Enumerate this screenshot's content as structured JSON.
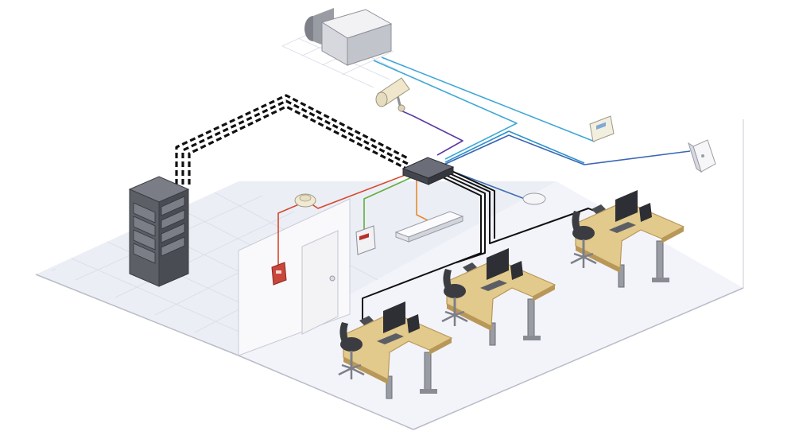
{
  "diagram": {
    "kind": "isometric-office-network",
    "colors": {
      "background": "#ffffff",
      "floor_left": "#eceef6",
      "floor_right": "#f3f3fa",
      "wall": "#f9f9fb",
      "wall_edge": "#c9ccd6",
      "grid": "#d9dbe6",
      "hub": "#44464f",
      "hub_top": "#6b6e78",
      "rack": "#5c5f66",
      "cable_backbone": "#111111",
      "cable_hvac": "#3ea7d6",
      "cable_thermostat": "#2a93cc",
      "cable_access_point": "#3b66b3",
      "cable_camera": "#5b3aa3",
      "cable_sensor": "#3f6fb0",
      "cable_fire_alarm": "#d4482a",
      "cable_panel": "#5fae3a",
      "cable_light": "#e8892a",
      "cable_workstation": "#111111",
      "desk_top": "#e2c98c",
      "desk_edge": "#b89858",
      "monitor": "#2d2f35",
      "chair": "#3b3c42",
      "fire_alarm": "#c9463a",
      "panel_accent": "#b8302a"
    },
    "devices": [
      {
        "id": "network-switch",
        "icon": "switch-icon"
      },
      {
        "id": "server-rack",
        "icon": "rack-icon"
      },
      {
        "id": "hvac-unit",
        "icon": "hvac-icon"
      },
      {
        "id": "security-camera",
        "icon": "camera-icon"
      },
      {
        "id": "thermostat",
        "icon": "thermostat-icon"
      },
      {
        "id": "wireless-access-point",
        "icon": "access-point-icon"
      },
      {
        "id": "occupancy-sensor",
        "icon": "sensor-icon"
      },
      {
        "id": "smoke-detector",
        "icon": "smoke-detector-icon"
      },
      {
        "id": "fire-alarm",
        "icon": "fire-alarm-icon"
      },
      {
        "id": "control-panel",
        "icon": "panel-icon"
      },
      {
        "id": "light-fixture",
        "icon": "light-icon"
      },
      {
        "id": "workstation-1",
        "icon": "workstation-icon"
      },
      {
        "id": "workstation-2",
        "icon": "workstation-icon"
      },
      {
        "id": "workstation-3",
        "icon": "workstation-icon"
      }
    ],
    "connections": [
      {
        "from": "network-switch",
        "to": "server-rack",
        "style": "dashed-bundle",
        "color_key": "cable_backbone"
      },
      {
        "from": "network-switch",
        "to": "hvac-unit",
        "color_key": "cable_hvac"
      },
      {
        "from": "network-switch",
        "to": "thermostat",
        "color_key": "cable_thermostat"
      },
      {
        "from": "network-switch",
        "to": "wireless-access-point",
        "color_key": "cable_access_point"
      },
      {
        "from": "network-switch",
        "to": "security-camera",
        "color_key": "cable_camera"
      },
      {
        "from": "network-switch",
        "to": "occupancy-sensor",
        "color_key": "cable_sensor"
      },
      {
        "from": "network-switch",
        "to": "smoke-detector",
        "color_key": "cable_fire_alarm"
      },
      {
        "from": "network-switch",
        "to": "fire-alarm",
        "color_key": "cable_fire_alarm"
      },
      {
        "from": "network-switch",
        "to": "control-panel",
        "color_key": "cable_panel"
      },
      {
        "from": "network-switch",
        "to": "light-fixture",
        "color_key": "cable_light"
      },
      {
        "from": "network-switch",
        "to": "workstation-1",
        "color_key": "cable_workstation"
      },
      {
        "from": "network-switch",
        "to": "workstation-2",
        "color_key": "cable_workstation"
      },
      {
        "from": "network-switch",
        "to": "workstation-3",
        "color_key": "cable_workstation"
      }
    ]
  }
}
